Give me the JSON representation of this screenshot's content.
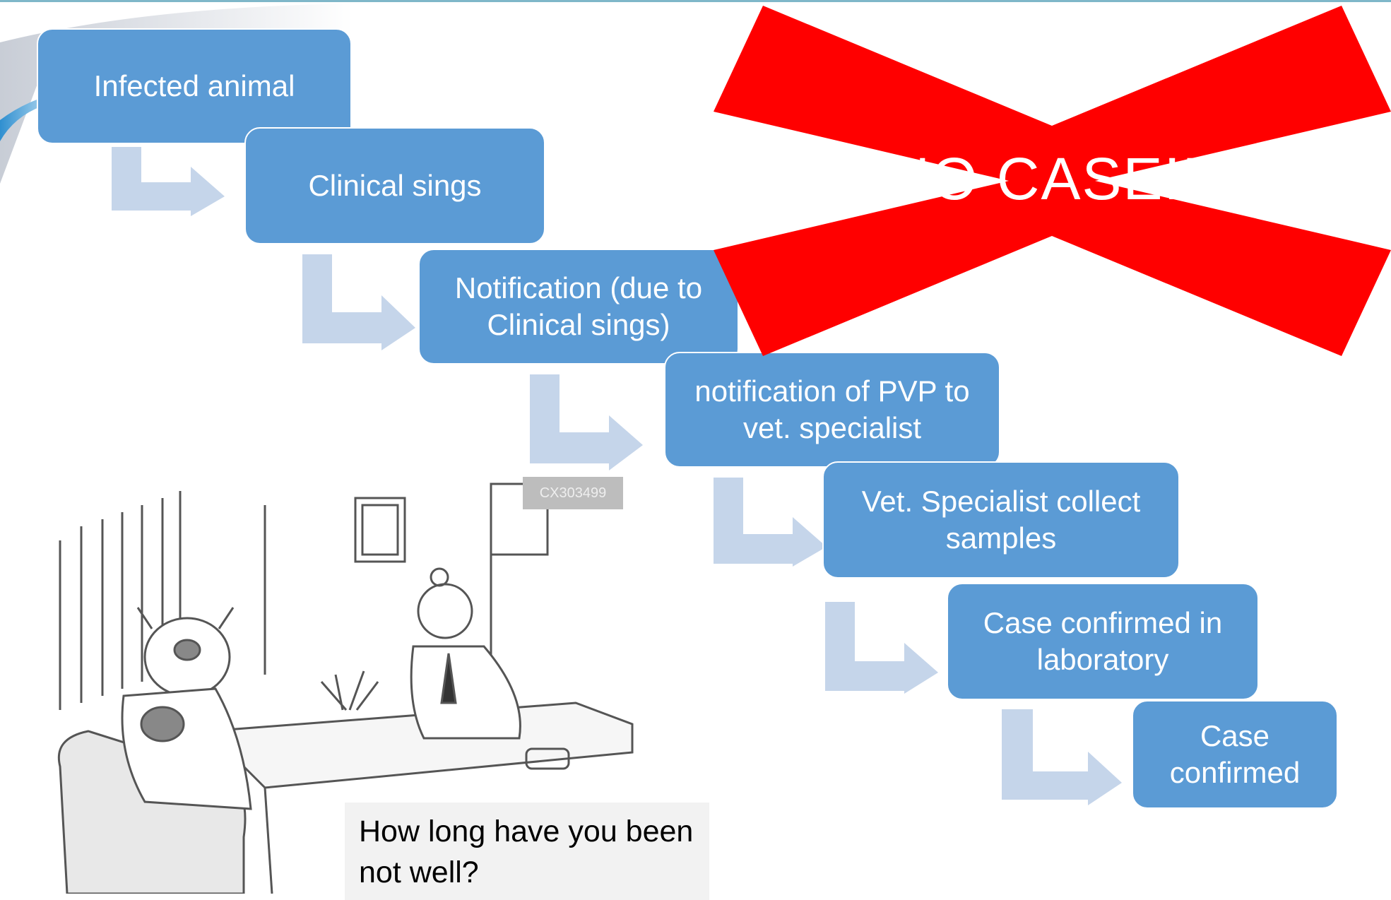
{
  "flow": {
    "steps": [
      "Infected animal",
      "Clinical sings",
      "Notification (due to Clinical sings)",
      "notification of PVP to vet. specialist",
      "Vet. Specialist collect samples",
      "Case confirmed in laboratory",
      "Case confirmed"
    ]
  },
  "overlay": {
    "text": "NO CASE!!!",
    "color": "#ff0000"
  },
  "cartoon": {
    "watermark": "CX303499",
    "caption": "How long have you been not well?"
  },
  "colors": {
    "step_fill": "#5b9bd5",
    "arrow_fill": "#c5d5ea"
  }
}
